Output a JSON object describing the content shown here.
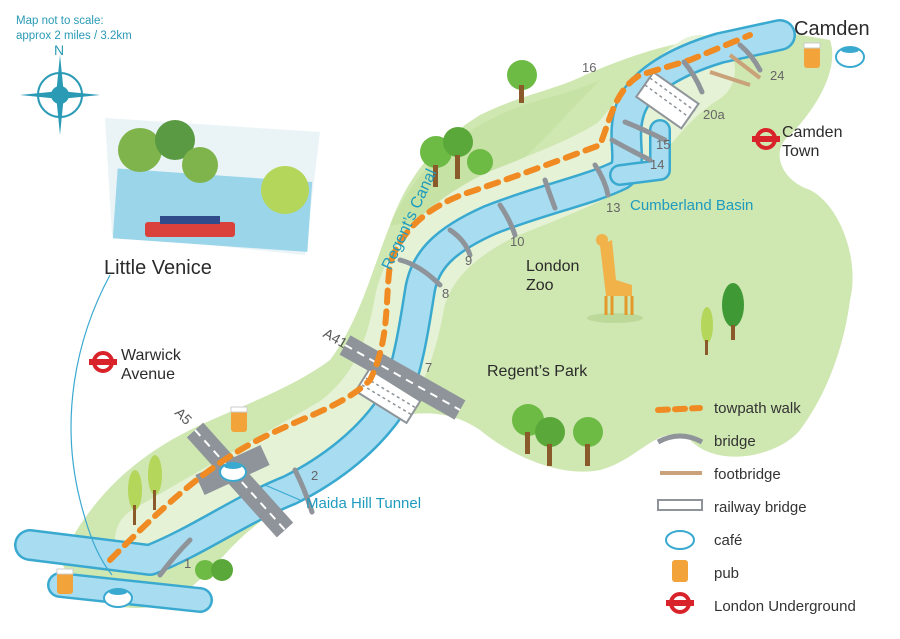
{
  "scale_note": [
    "Map not to scale:",
    "approx 2 miles / 3.2km"
  ],
  "compass": {
    "north": "N"
  },
  "places": {
    "camden": "Camden",
    "camden_town": [
      "Camden",
      "Town"
    ],
    "little_venice": "Little Venice",
    "warwick_avenue": [
      "Warwick",
      "Avenue"
    ],
    "london_zoo": [
      "London",
      "Zoo"
    ],
    "regents_park": "Regent’s Park",
    "cumberland_basin": "Cumberland Basin",
    "maida_hill_tunnel": "Maida Hill Tunnel",
    "regents_canal": "Regent’s Canal"
  },
  "roads": {
    "a41": "A41",
    "a5": "A5"
  },
  "bridge_numbers": [
    "1",
    "2",
    "7",
    "8",
    "9",
    "10",
    "13",
    "14",
    "15",
    "16",
    "20a",
    "24"
  ],
  "legend": [
    {
      "icon": "towpath-walk",
      "label": "towpath walk"
    },
    {
      "icon": "bridge",
      "label": "bridge"
    },
    {
      "icon": "footbridge",
      "label": "footbridge"
    },
    {
      "icon": "railway-bridge",
      "label": "railway bridge"
    },
    {
      "icon": "cafe",
      "label": "café"
    },
    {
      "icon": "pub",
      "label": "pub"
    },
    {
      "icon": "london-underground",
      "label": "London Underground"
    }
  ],
  "colors": {
    "park": "#cfe7b1",
    "park_light": "#e3f1cf",
    "canal": "#a8dcf0",
    "canal_edge": "#3aa9d0",
    "towpath": "#ef8b22",
    "underground": "#d9232a",
    "label_blue": "#1f9bbf"
  }
}
